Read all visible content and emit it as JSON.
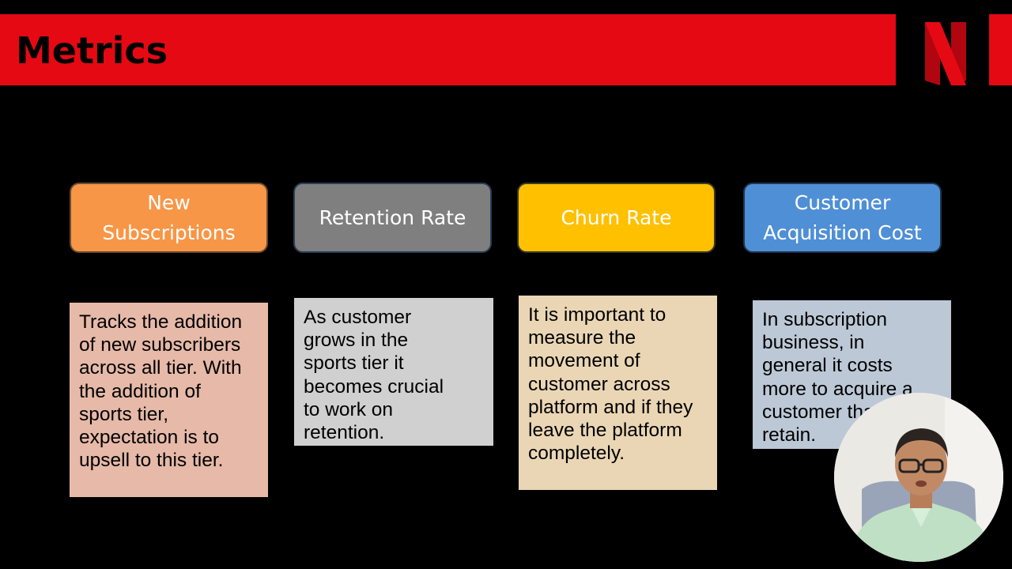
{
  "slide": {
    "title": "Metrics",
    "colors": {
      "title_bar": "#E50914",
      "background": "#000000"
    },
    "logo": {
      "icon": "netflix-n-logo-icon"
    },
    "metrics": [
      {
        "label": "New Subscriptions",
        "color": "#F79646",
        "description": "Tracks the addition of new subscribers across all tier. With the addition of sports tier, expectation is to upsell to this tier.",
        "description_bg": "#E6B9A8"
      },
      {
        "label": "Retention Rate",
        "color": "#7F7F7F",
        "description": "As customer grows in the sports tier it becomes crucial to work on retention.",
        "description_bg": "#D0D0D0"
      },
      {
        "label": "Churn Rate",
        "color": "#FFC000",
        "description": "It is important to measure the movement of customer across platform and if they leave the platform completely.",
        "description_bg": "#EAD6B5"
      },
      {
        "label": "Customer Acquisition Cost",
        "color": "#4F8FD6",
        "description": "In subscription business, in general it costs more to acquire a customer than to retain.",
        "description_bg": "#BCC8D6"
      }
    ],
    "presenter": {
      "icon": "presenter-webcam-icon"
    }
  }
}
